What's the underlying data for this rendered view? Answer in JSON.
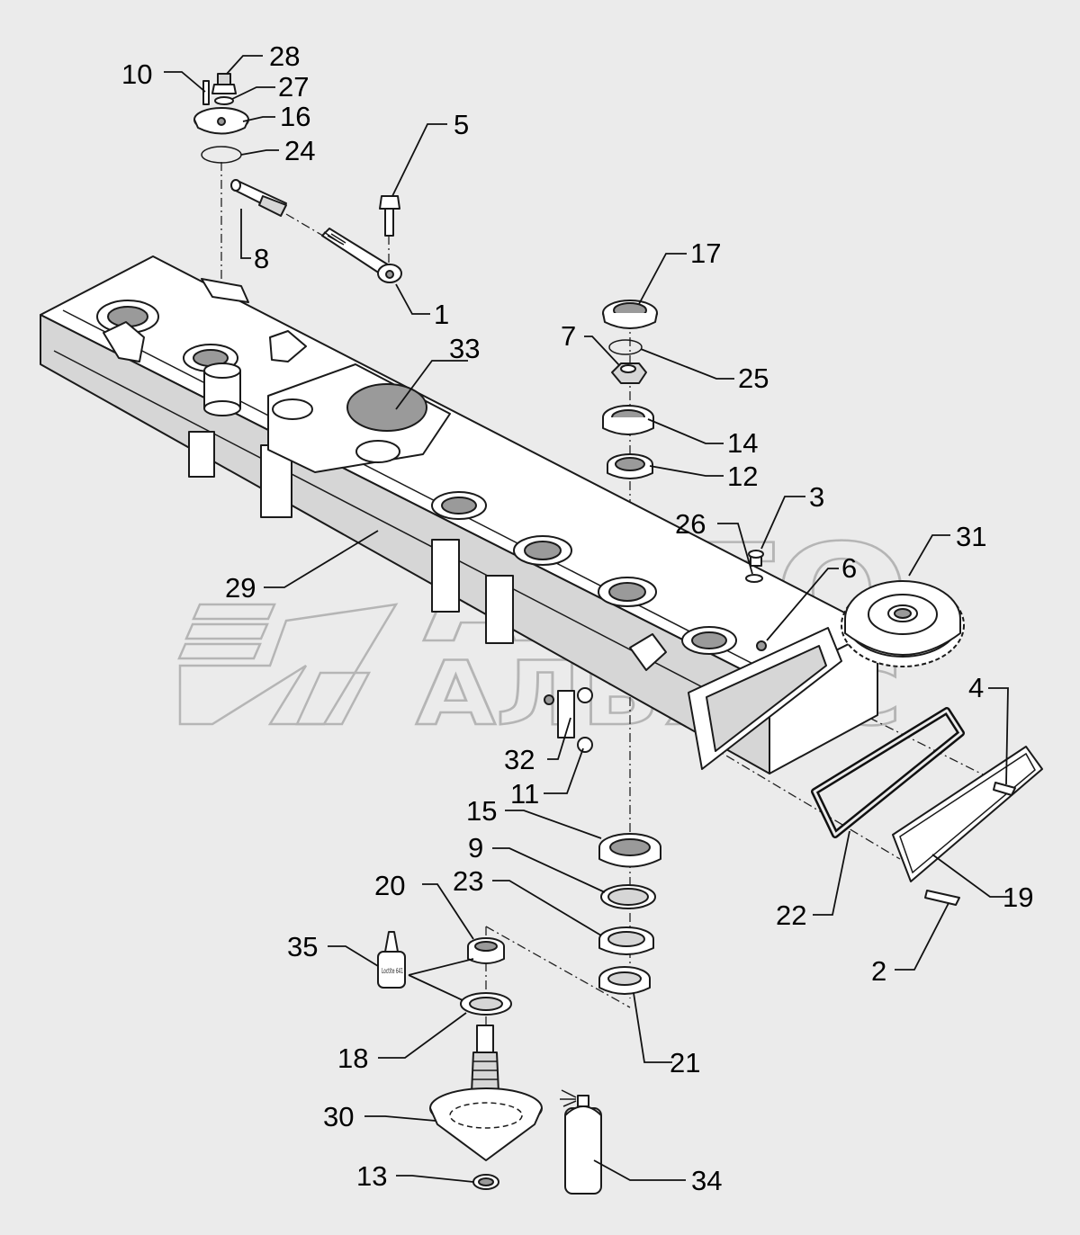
{
  "watermark": {
    "line1": "АВТО",
    "line2": "АЛЬЯНС"
  },
  "bottle_label": "Loctite 641",
  "callouts": [
    "1",
    "2",
    "3",
    "4",
    "5",
    "6",
    "7",
    "8",
    "9",
    "10",
    "11",
    "12",
    "13",
    "14",
    "15",
    "16",
    "17",
    "18",
    "19",
    "20",
    "21",
    "22",
    "23",
    "24",
    "25",
    "26",
    "27",
    "28",
    "29",
    "30",
    "31",
    "32",
    "33",
    "34",
    "35"
  ]
}
